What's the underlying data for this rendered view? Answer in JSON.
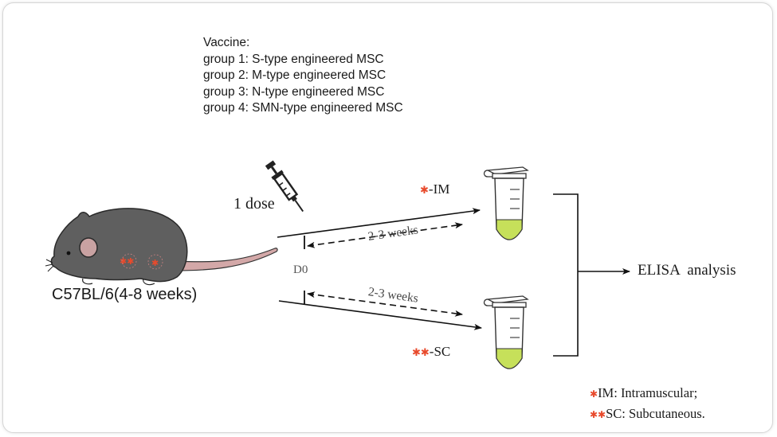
{
  "vaccine": {
    "title": "Vaccine:",
    "groups": [
      "group 1: S-type engineered MSC",
      "group 2: M-type engineered MSC",
      "group 3: N-type engineered MSC",
      "group 4: SMN-type engineered MSC"
    ]
  },
  "dose_label": "1 dose",
  "mouse_label": "C57BL/6(4-8 weeks)",
  "day_label": "D0",
  "interval_top": "2-3 weeks",
  "interval_bottom": "2-3 weeks",
  "route_im_mark": "✱",
  "route_im": "-IM",
  "route_sc_mark": "✱✱",
  "route_sc": "-SC",
  "analysis_label": "ELISA  analysis",
  "legend": {
    "im_mark": "✱",
    "im_text": "IM: Intramuscular;",
    "sc_mark": "✱✱",
    "sc_text": "SC: Subcutaneous."
  },
  "colors": {
    "mouse_body": "#5f5f5f",
    "ear_inner": "#c9a2a2",
    "tail": "#d3a8a8",
    "star": "#e84a2c",
    "tube_liquid": "#c6e05a"
  }
}
